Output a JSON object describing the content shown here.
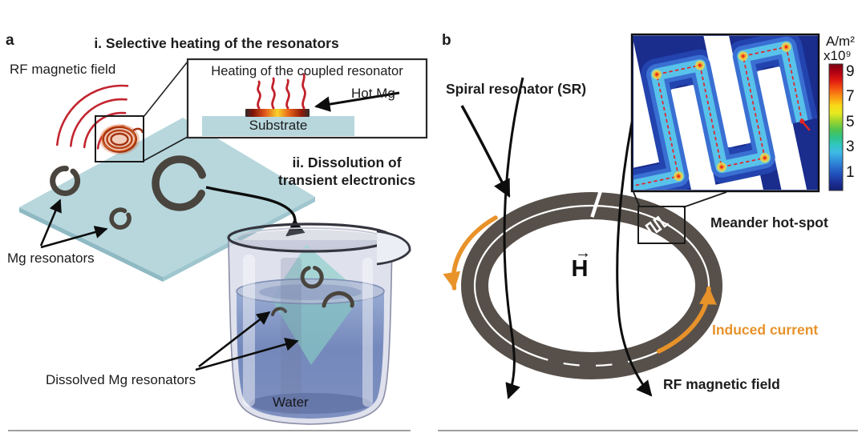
{
  "panel_a": {
    "panel_label": "a",
    "title": "i. Selective heating of the resonators",
    "rf_field_label": "RF magnetic field",
    "mg_resonators_label": "Mg resonators",
    "inset": {
      "title": "Heating of the coupled resonator",
      "hot_mg_label": "Hot Mg",
      "substrate_label": "Substrate"
    },
    "dissolution_title": [
      "ii. Dissolution of",
      "transient electronics"
    ],
    "dissolved_label": "Dissolved Mg resonators",
    "water_label": "Water"
  },
  "panel_b": {
    "panel_label": "b",
    "spiral_resonator_label": "Spiral resonator (SR)",
    "meander_hotspot_label": "Meander hot-spot",
    "h_field_symbol": "H",
    "h_field_arrow": "→",
    "induced_current_label": "Induced current",
    "rf_field_label": "RF magnetic field",
    "colorbar": {
      "unit": "A/m²",
      "multiplier": "x10⁹",
      "ticks": [
        "9",
        "7",
        "5",
        "3",
        "1"
      ]
    }
  },
  "colors": {
    "substrate_blue": "#b7d7dd",
    "resonator_dark": "#49443d",
    "ring_dark": "#57504a",
    "heated_spiral_orange": "#b8441a",
    "rf_wave_red": "#c22530",
    "induced_current_orange": "#e8922a",
    "water_blue": "#7488bc",
    "inset_field_blue": "#1a2c8c",
    "trace_cyan": "#58c2ea"
  }
}
